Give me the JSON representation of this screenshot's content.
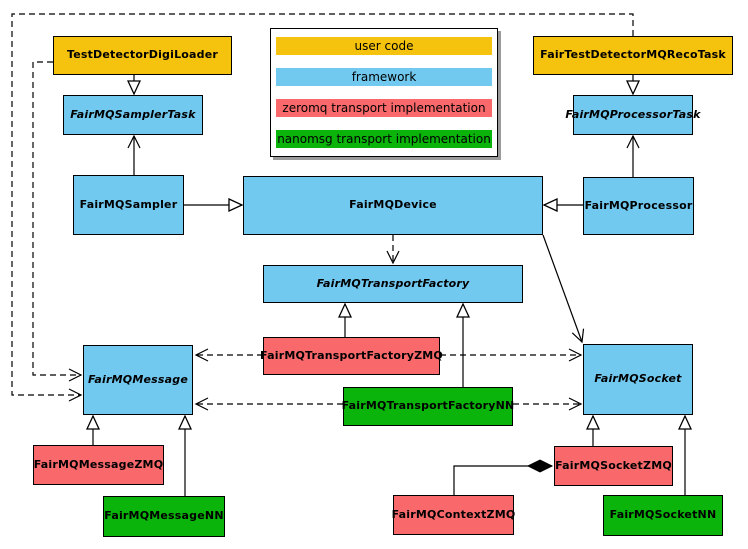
{
  "diagram": {
    "title_hint": "FairMQ class diagram",
    "colors": {
      "user-code": "#F5C20D",
      "framework": "#72C9F0",
      "zeromq": "#F9696C",
      "nanomsg": "#0AB40A",
      "line": "#000000",
      "legend-shadow": "#9a9a9a"
    },
    "legend": {
      "items": [
        {
          "label": "user code",
          "color": "#F5C20D",
          "category": "user-code"
        },
        {
          "label": "framework",
          "color": "#72C9F0",
          "category": "framework"
        },
        {
          "label": "zeromq transport implementation",
          "color": "#F9696C",
          "category": "zeromq"
        },
        {
          "label": "nanomsg transport implementation",
          "color": "#0AB40A",
          "category": "nanomsg"
        }
      ]
    },
    "nodes": {
      "test_detector_digi_loader": {
        "label": "TestDetectorDigiLoader",
        "category": "user-code",
        "abstract": false
      },
      "fair_test_detector_mq_reco_task": {
        "label": "FairTestDetectorMQRecoTask",
        "category": "user-code",
        "abstract": false
      },
      "fairmq_sampler_task": {
        "label": "FairMQSamplerTask",
        "category": "framework",
        "abstract": true
      },
      "fairmq_processor_task": {
        "label": "FairMQProcessorTask",
        "category": "framework",
        "abstract": true
      },
      "fairmq_sampler": {
        "label": "FairMQSampler",
        "category": "framework",
        "abstract": false
      },
      "fairmq_device": {
        "label": "FairMQDevice",
        "category": "framework",
        "abstract": false
      },
      "fairmq_processor": {
        "label": "FairMQProcessor",
        "category": "framework",
        "abstract": false
      },
      "fairmq_transport_factory": {
        "label": "FairMQTransportFactory",
        "category": "framework",
        "abstract": true
      },
      "fairmq_transport_factory_zmq": {
        "label": "FairMQTransportFactoryZMQ",
        "category": "zeromq",
        "abstract": false
      },
      "fairmq_transport_factory_nn": {
        "label": "FairMQTransportFactoryNN",
        "category": "nanomsg",
        "abstract": false
      },
      "fairmq_message": {
        "label": "FairMQMessage",
        "category": "framework",
        "abstract": true
      },
      "fairmq_socket": {
        "label": "FairMQSocket",
        "category": "framework",
        "abstract": true
      },
      "fairmq_message_zmq": {
        "label": "FairMQMessageZMQ",
        "category": "zeromq",
        "abstract": false
      },
      "fairmq_message_nn": {
        "label": "FairMQMessageNN",
        "category": "nanomsg",
        "abstract": false
      },
      "fairmq_context_zmq": {
        "label": "FairMQContextZMQ",
        "category": "zeromq",
        "abstract": false
      },
      "fairmq_socket_zmq": {
        "label": "FairMQSocketZMQ",
        "category": "zeromq",
        "abstract": false
      },
      "fairmq_socket_nn": {
        "label": "FairMQSocketNN",
        "category": "nanomsg",
        "abstract": false
      }
    },
    "edges": [
      {
        "from": "TestDetectorDigiLoader",
        "to": "FairMQSamplerTask",
        "style": "solid",
        "arrow": "hollow-triangle"
      },
      {
        "from": "FairTestDetectorMQRecoTask",
        "to": "FairMQProcessorTask",
        "style": "solid",
        "arrow": "hollow-triangle"
      },
      {
        "from": "FairMQSampler",
        "to": "FairMQSamplerTask",
        "style": "solid",
        "arrow": "open-vee"
      },
      {
        "from": "FairMQProcessor",
        "to": "FairMQProcessorTask",
        "style": "solid",
        "arrow": "open-vee"
      },
      {
        "from": "FairMQSampler",
        "to": "FairMQDevice",
        "style": "solid",
        "arrow": "hollow-triangle"
      },
      {
        "from": "FairMQProcessor",
        "to": "FairMQDevice",
        "style": "solid",
        "arrow": "hollow-triangle"
      },
      {
        "from": "FairMQDevice",
        "to": "FairMQTransportFactory",
        "style": "dashed",
        "arrow": "open-vee"
      },
      {
        "from": "FairMQDevice",
        "to": "FairMQSocket",
        "style": "solid",
        "arrow": "open-vee"
      },
      {
        "from": "FairMQTransportFactoryZMQ",
        "to": "FairMQTransportFactory",
        "style": "solid",
        "arrow": "hollow-triangle"
      },
      {
        "from": "FairMQTransportFactoryNN",
        "to": "FairMQTransportFactory",
        "style": "solid",
        "arrow": "hollow-triangle"
      },
      {
        "from": "FairMQTransportFactoryZMQ",
        "to": "FairMQMessage",
        "style": "dashed",
        "arrow": "open-vee"
      },
      {
        "from": "FairMQTransportFactoryZMQ",
        "to": "FairMQSocket",
        "style": "dashed",
        "arrow": "open-vee"
      },
      {
        "from": "FairMQTransportFactoryNN",
        "to": "FairMQMessage",
        "style": "dashed",
        "arrow": "open-vee"
      },
      {
        "from": "FairMQTransportFactoryNN",
        "to": "FairMQSocket",
        "style": "dashed",
        "arrow": "open-vee"
      },
      {
        "from": "TestDetectorDigiLoader",
        "to": "FairMQMessage",
        "style": "dashed",
        "arrow": "open-vee"
      },
      {
        "from": "FairTestDetectorMQRecoTask",
        "to": "FairMQMessage",
        "style": "dashed",
        "arrow": "open-vee"
      },
      {
        "from": "FairMQMessageZMQ",
        "to": "FairMQMessage",
        "style": "solid",
        "arrow": "hollow-triangle"
      },
      {
        "from": "FairMQMessageNN",
        "to": "FairMQMessage",
        "style": "solid",
        "arrow": "hollow-triangle"
      },
      {
        "from": "FairMQSocketZMQ",
        "to": "FairMQSocket",
        "style": "solid",
        "arrow": "hollow-triangle"
      },
      {
        "from": "FairMQSocketNN",
        "to": "FairMQSocket",
        "style": "solid",
        "arrow": "hollow-triangle"
      },
      {
        "from": "FairMQContextZMQ",
        "to": "FairMQSocketZMQ",
        "style": "solid",
        "arrow": "filled-diamond"
      }
    ]
  }
}
